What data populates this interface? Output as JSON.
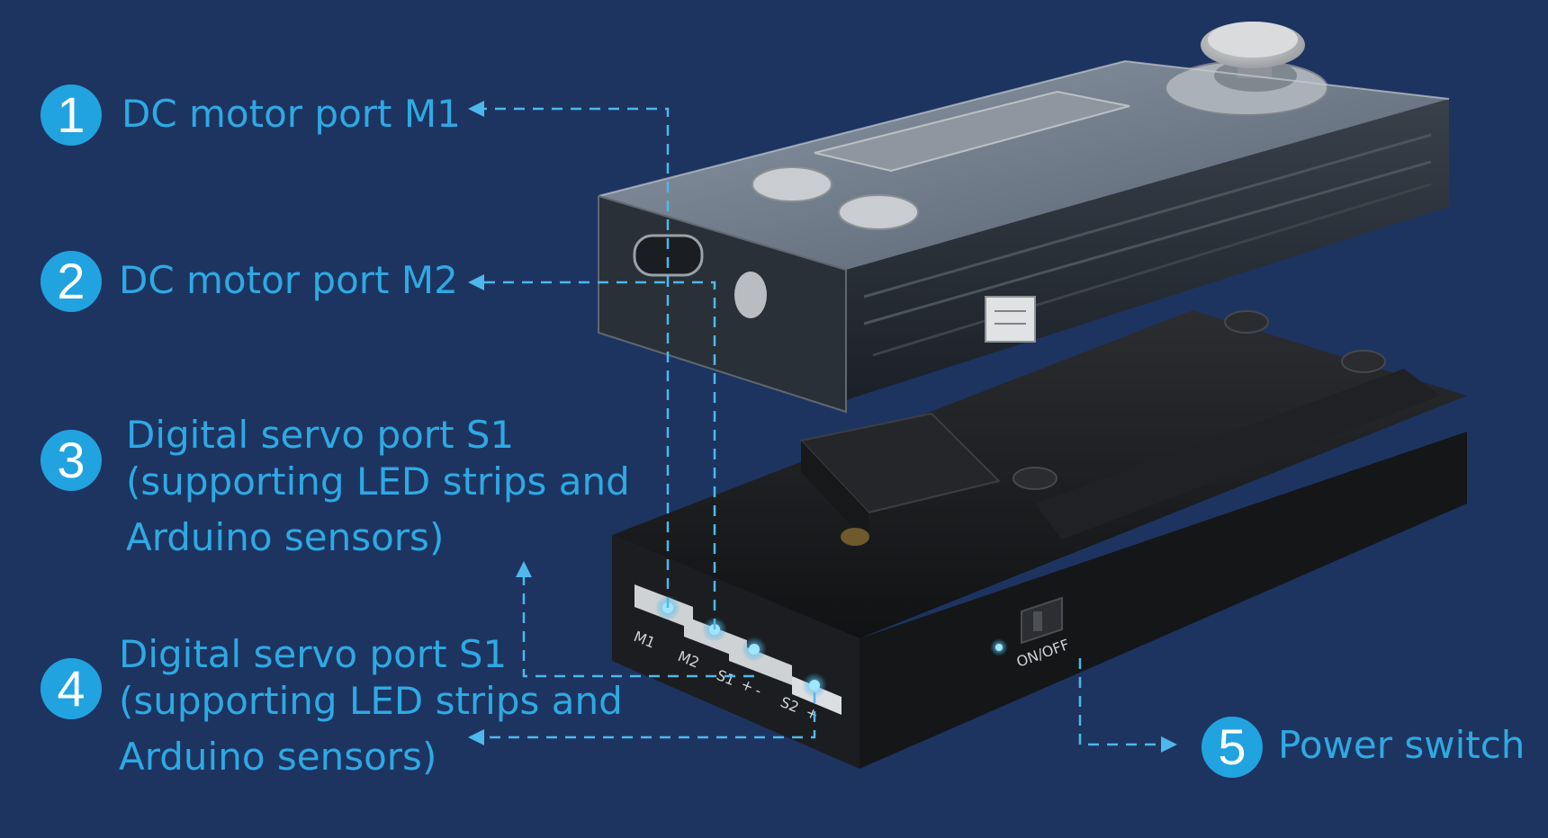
{
  "callouts": [
    {
      "number": "1",
      "label": "DC motor port M1"
    },
    {
      "number": "2",
      "label": "DC motor port M2"
    },
    {
      "number": "3",
      "lines": [
        "Digital servo port S1",
        "(supporting LED strips and",
        "Arduino sensors)"
      ]
    },
    {
      "number": "4",
      "lines": [
        "Digital servo port S1",
        "(supporting LED strips and",
        "Arduino sensors)"
      ]
    },
    {
      "number": "5",
      "label": "Power switch"
    }
  ],
  "device_markings": {
    "m1": "M1",
    "m2": "M2",
    "s1": "S1",
    "s2": "S2",
    "plus": "+",
    "minus": "-",
    "power": "ON/OFF"
  },
  "colors": {
    "background": "#1d3461",
    "accent": "#21a3e0",
    "label": "#2ea9e3",
    "leader_line": "#4fb8ea"
  }
}
